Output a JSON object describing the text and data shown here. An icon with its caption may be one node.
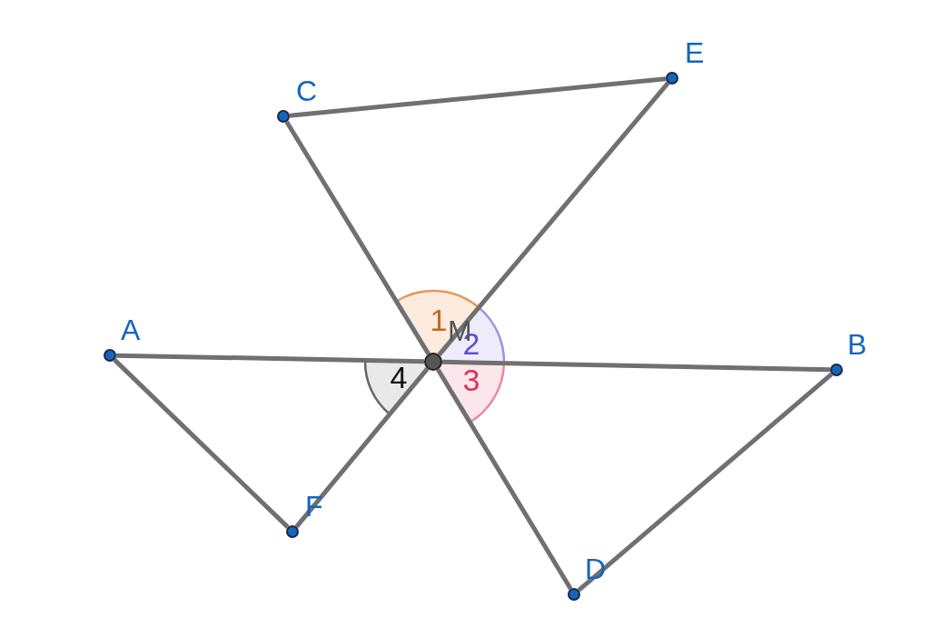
{
  "diagram": {
    "nodes": [
      {
        "text": [
          "C"
        ]
      },
      {
        "text": [
          "E"
        ]
      },
      {
        "text": [
          "A"
        ]
      },
      {
        "text": [
          "M"
        ]
      },
      {
        "text": [
          "B"
        ]
      },
      {
        "text": [
          "F"
        ]
      },
      {
        "text": [
          "D"
        ]
      }
    ],
    "edges": [
      {
        "from": 0,
        "to": 1,
        "arrow": "none"
      },
      {
        "from": 0,
        "to": 3,
        "arrow": "none"
      },
      {
        "from": 3,
        "to": 6,
        "arrow": "none"
      },
      {
        "from": 1,
        "to": 3,
        "arrow": "none"
      },
      {
        "from": 3,
        "to": 5,
        "arrow": "none"
      },
      {
        "from": 2,
        "to": 3,
        "arrow": "none"
      },
      {
        "from": 3,
        "to": 4,
        "arrow": "none"
      },
      {
        "from": 2,
        "to": 5,
        "arrow": "none"
      },
      {
        "from": 4,
        "to": 6,
        "arrow": "none"
      }
    ],
    "labels": [
      "1",
      "2",
      "3",
      "4"
    ]
  }
}
